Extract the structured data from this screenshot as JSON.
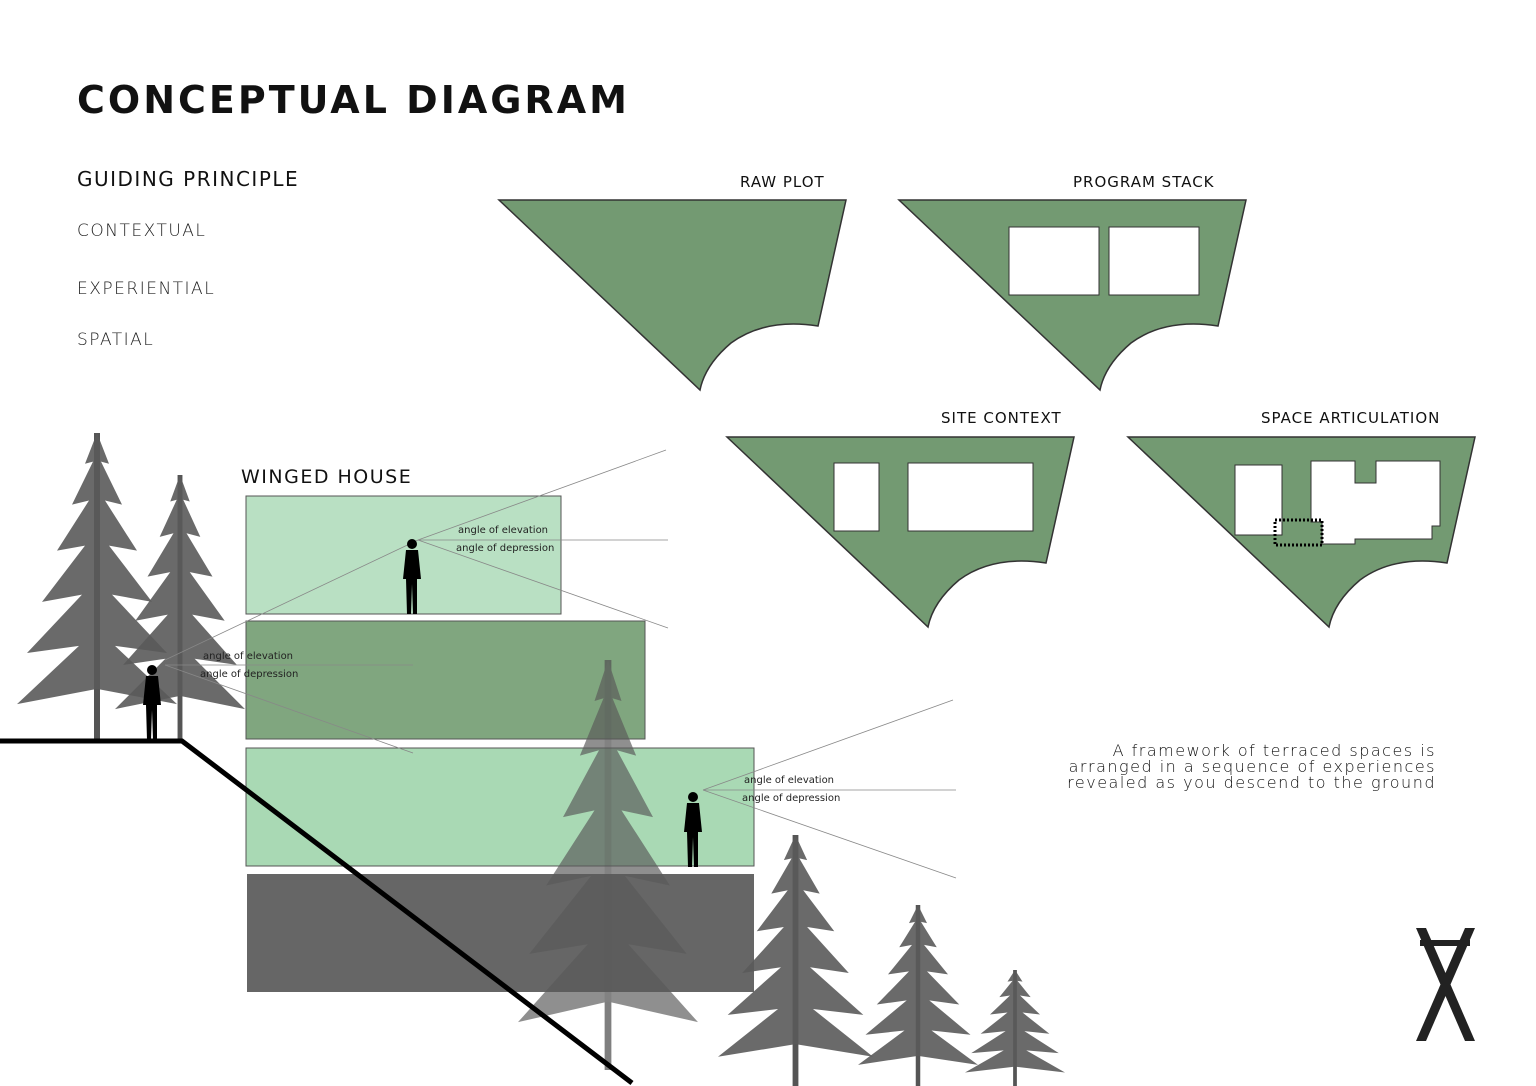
{
  "title": "CONCEPTUAL  DIAGRAM",
  "guiding_principle": {
    "heading": "GUIDING PRINCIPLE",
    "items": [
      "CONTEXTUAL",
      "EXPERIENTIAL",
      "SPATIAL"
    ]
  },
  "plots": [
    {
      "label": "RAW PLOT"
    },
    {
      "label": "PROGRAM STACK"
    },
    {
      "label": "SITE CONTEXT"
    },
    {
      "label": "SPACE ARTICULATION"
    }
  ],
  "section": {
    "title": "WINGED HOUSE",
    "angle_elevation": "angle of elevation",
    "angle_depression": "angle of depression"
  },
  "description": "A framework of terraced spaces is arranged in a sequence of experiences revealed as you descend to the ground",
  "logo": "X",
  "colors": {
    "plot_green": "#739a72",
    "terrace_light": "#b9e0c3",
    "terrace_mid": "#80a67f",
    "terrace_light2": "#a9d9b4",
    "terrace_dark": "#666666",
    "tree": "#555555"
  }
}
